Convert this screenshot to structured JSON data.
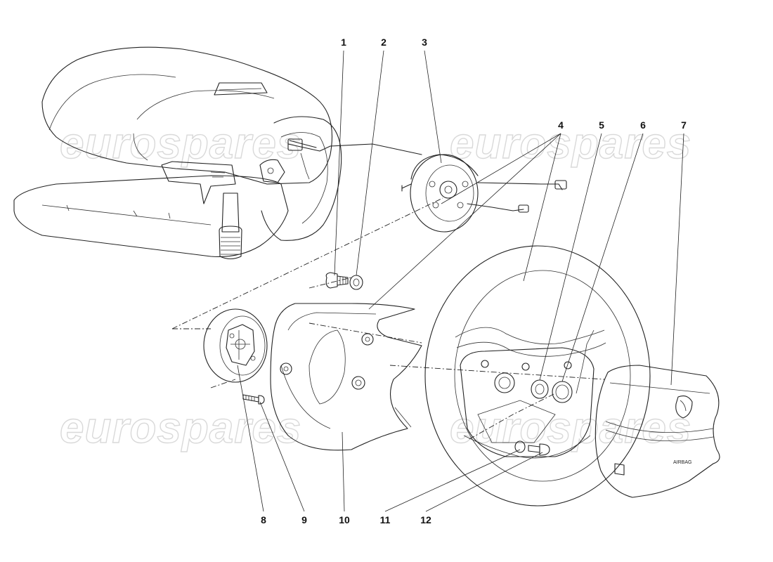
{
  "watermark": "eurospares",
  "callouts": [
    {
      "number": "1"
    },
    {
      "number": "2"
    },
    {
      "number": "3"
    },
    {
      "number": "4"
    },
    {
      "number": "5"
    },
    {
      "number": "6"
    },
    {
      "number": "7"
    },
    {
      "number": "8"
    },
    {
      "number": "9"
    },
    {
      "number": "10"
    },
    {
      "number": "11"
    },
    {
      "number": "12"
    }
  ],
  "airbag_label": "AIRBAG"
}
